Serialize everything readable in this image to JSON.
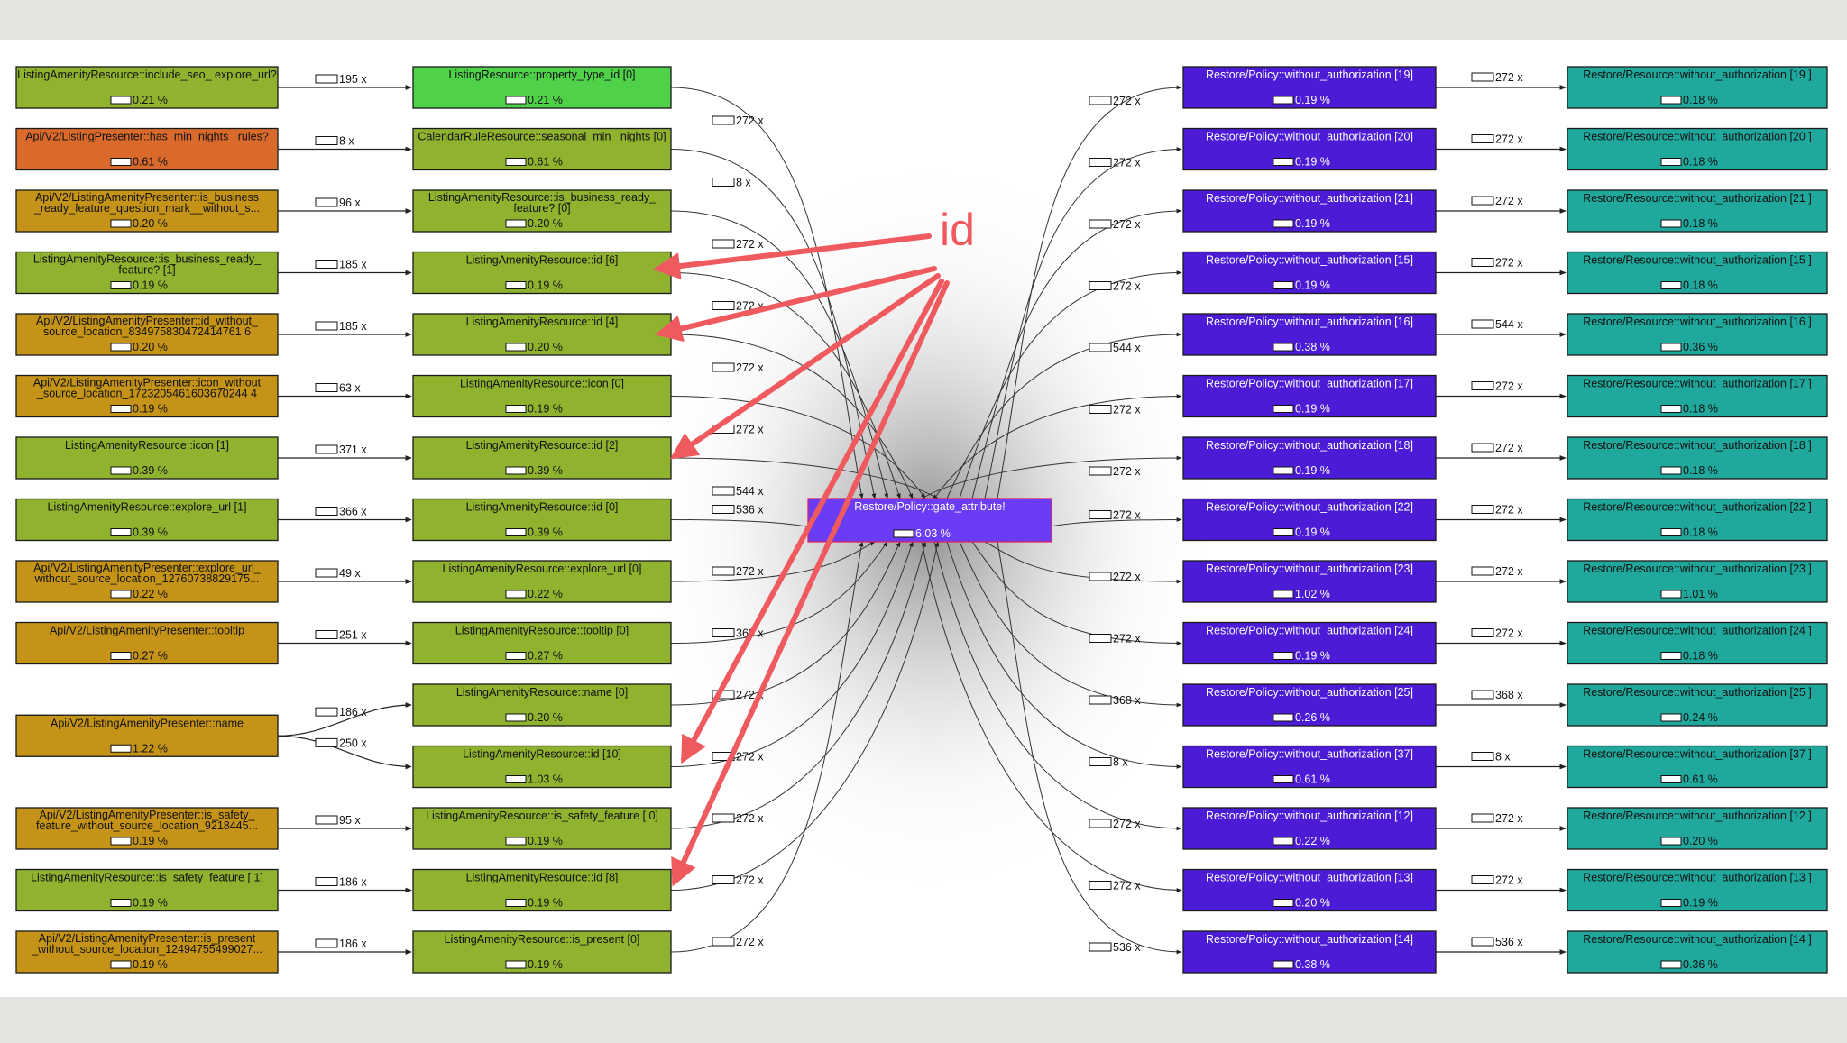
{
  "colors": {
    "green_bright": "#4fd24a",
    "green": "#76ac2c",
    "olive": "#8fb22f",
    "orange_red": "#d96a2c",
    "gold": "#c49318",
    "purple": "#4b1bd6",
    "purple_center": "#6a3cf6",
    "teal": "#1fa89b",
    "annotation": "#ef5a5e"
  },
  "annotation": {
    "label": "id"
  },
  "col1": [
    {
      "label": "ListingAmenityResource::include_seo_ explore_url?",
      "pct": "0.21 %",
      "color": "olive"
    },
    {
      "label": "Api/V2/ListingPresenter::has_min_nights_ rules?",
      "pct": "0.61 %",
      "color": "orange_red"
    },
    {
      "label": "Api/V2/ListingAmenityPresenter::is_business _ready_feature_question_mark__without_s...",
      "pct": "0.20 %",
      "color": "gold"
    },
    {
      "label": "ListingAmenityResource::is_business_ready_ feature? [1]",
      "pct": "0.19 %",
      "color": "olive"
    },
    {
      "label": "Api/V2/ListingAmenityPresenter::id_without_ source_location_834975830472414761 6",
      "pct": "0.20 %",
      "color": "gold"
    },
    {
      "label": "Api/V2/ListingAmenityPresenter::icon_without _source_location_1723205461603670244 4",
      "pct": "0.19 %",
      "color": "gold"
    },
    {
      "label": "ListingAmenityResource::icon [1]",
      "pct": "0.39 %",
      "color": "olive"
    },
    {
      "label": "ListingAmenityResource::explore_url [1]",
      "pct": "0.39 %",
      "color": "olive"
    },
    {
      "label": "Api/V2/ListingAmenityPresenter::explore_url_ without_source_location_12760738829175...",
      "pct": "0.22 %",
      "color": "gold"
    },
    {
      "label": "Api/V2/ListingAmenityPresenter::tooltip",
      "pct": "0.27 %",
      "color": "gold"
    },
    {
      "label": "Api/V2/ListingAmenityPresenter::name",
      "pct": "1.22 %",
      "color": "gold"
    },
    {
      "label": "Api/V2/ListingAmenityPresenter::is_safety_ feature_without_source_location_9218445...",
      "pct": "0.19 %",
      "color": "gold"
    },
    {
      "label": "ListingAmenityResource::is_safety_feature [ 1]",
      "pct": "0.19 %",
      "color": "olive"
    },
    {
      "label": "Api/V2/ListingAmenityPresenter::is_present _without_source_location_12494755499027...",
      "pct": "0.19 %",
      "color": "gold"
    }
  ],
  "col1_edges": [
    "195 x",
    "8 x",
    "96 x",
    "185 x",
    "185 x",
    "63 x",
    "371 x",
    "366 x",
    "49 x",
    "251 x",
    "186 x",
    "250 x",
    "95 x",
    "186 x",
    "186 x"
  ],
  "col2": [
    {
      "label": "ListingResource::property_type_id [0]",
      "pct": "0.21 %",
      "color": "green_bright"
    },
    {
      "label": "CalendarRuleResource::seasonal_min_ nights [0]",
      "pct": "0.61 %",
      "color": "olive"
    },
    {
      "label": "ListingAmenityResource::is_business_ready_ feature? [0]",
      "pct": "0.20 %",
      "color": "olive"
    },
    {
      "label": "ListingAmenityResource::id [6]",
      "pct": "0.19 %",
      "color": "olive"
    },
    {
      "label": "ListingAmenityResource::id [4]",
      "pct": "0.20 %",
      "color": "olive"
    },
    {
      "label": "ListingAmenityResource::icon [0]",
      "pct": "0.19 %",
      "color": "olive"
    },
    {
      "label": "ListingAmenityResource::id [2]",
      "pct": "0.39 %",
      "color": "olive"
    },
    {
      "label": "ListingAmenityResource::id [0]",
      "pct": "0.39 %",
      "color": "olive"
    },
    {
      "label": "ListingAmenityResource::explore_url [0]",
      "pct": "0.22 %",
      "color": "olive"
    },
    {
      "label": "ListingAmenityResource::tooltip [0]",
      "pct": "0.27 %",
      "color": "olive"
    },
    {
      "label": "ListingAmenityResource::name [0]",
      "pct": "0.20 %",
      "color": "olive"
    },
    {
      "label": "ListingAmenityResource::id [10]",
      "pct": "1.03 %",
      "color": "olive"
    },
    {
      "label": "ListingAmenityResource::is_safety_feature [ 0]",
      "pct": "0.19 %",
      "color": "olive"
    },
    {
      "label": "ListingAmenityResource::id [8]",
      "pct": "0.19 %",
      "color": "olive"
    },
    {
      "label": "ListingAmenityResource::is_present [0]",
      "pct": "0.19 %",
      "color": "olive"
    }
  ],
  "left_edges": [
    "272 x",
    "8 x",
    "272 x",
    "272 x",
    "272 x",
    "272 x",
    "544 x",
    "536 x",
    "272 x",
    "368 x",
    "272 x",
    "272 x",
    "272 x",
    "272 x",
    "272 x"
  ],
  "center": {
    "label": "Restore/Policy::gate_attribute!",
    "pct": "6.03 %"
  },
  "right_edges": [
    "272 x",
    "272 x",
    "272 x",
    "272 x",
    "544 x",
    "272 x",
    "272 x",
    "272 x",
    "272 x",
    "272 x",
    "368 x",
    "8 x",
    "272 x",
    "272 x",
    "536 x"
  ],
  "col3": [
    {
      "label": "Restore/Policy::without_authorization [19]",
      "pct": "0.19 %"
    },
    {
      "label": "Restore/Policy::without_authorization [20]",
      "pct": "0.19 %"
    },
    {
      "label": "Restore/Policy::without_authorization [21]",
      "pct": "0.19 %"
    },
    {
      "label": "Restore/Policy::without_authorization [15]",
      "pct": "0.19 %"
    },
    {
      "label": "Restore/Policy::without_authorization [16]",
      "pct": "0.38 %"
    },
    {
      "label": "Restore/Policy::without_authorization [17]",
      "pct": "0.19 %"
    },
    {
      "label": "Restore/Policy::without_authorization [18]",
      "pct": "0.19 %"
    },
    {
      "label": "Restore/Policy::without_authorization [22]",
      "pct": "0.19 %"
    },
    {
      "label": "Restore/Policy::without_authorization [23]",
      "pct": "1.02 %"
    },
    {
      "label": "Restore/Policy::without_authorization [24]",
      "pct": "0.19 %"
    },
    {
      "label": "Restore/Policy::without_authorization [25]",
      "pct": "0.26 %"
    },
    {
      "label": "Restore/Policy::without_authorization [37]",
      "pct": "0.61 %"
    },
    {
      "label": "Restore/Policy::without_authorization [12]",
      "pct": "0.22 %"
    },
    {
      "label": "Restore/Policy::without_authorization [13]",
      "pct": "0.20 %"
    },
    {
      "label": "Restore/Policy::without_authorization [14]",
      "pct": "0.38 %"
    }
  ],
  "col34_edges": [
    "272 x",
    "272 x",
    "272 x",
    "272 x",
    "544 x",
    "272 x",
    "272 x",
    "272 x",
    "272 x",
    "272 x",
    "368 x",
    "8 x",
    "272 x",
    "272 x",
    "536 x"
  ],
  "col4": [
    {
      "label": "Restore/Resource::without_authorization [19 ]",
      "pct": "0.18 %"
    },
    {
      "label": "Restore/Resource::without_authorization [20 ]",
      "pct": "0.18 %"
    },
    {
      "label": "Restore/Resource::without_authorization [21 ]",
      "pct": "0.18 %"
    },
    {
      "label": "Restore/Resource::without_authorization [15 ]",
      "pct": "0.18 %"
    },
    {
      "label": "Restore/Resource::without_authorization [16 ]",
      "pct": "0.36 %"
    },
    {
      "label": "Restore/Resource::without_authorization [17 ]",
      "pct": "0.18 %"
    },
    {
      "label": "Restore/Resource::without_authorization [18 ]",
      "pct": "0.18 %"
    },
    {
      "label": "Restore/Resource::without_authorization [22 ]",
      "pct": "0.18 %"
    },
    {
      "label": "Restore/Resource::without_authorization [23 ]",
      "pct": "1.01 %"
    },
    {
      "label": "Restore/Resource::without_authorization [24 ]",
      "pct": "0.18 %"
    },
    {
      "label": "Restore/Resource::without_authorization [25 ]",
      "pct": "0.24 %"
    },
    {
      "label": "Restore/Resource::without_authorization [37 ]",
      "pct": "0.61 %"
    },
    {
      "label": "Restore/Resource::without_authorization [12 ]",
      "pct": "0.20 %"
    },
    {
      "label": "Restore/Resource::without_authorization [13 ]",
      "pct": "0.19 %"
    },
    {
      "label": "Restore/Resource::without_authorization [14 ]",
      "pct": "0.36 %"
    }
  ]
}
